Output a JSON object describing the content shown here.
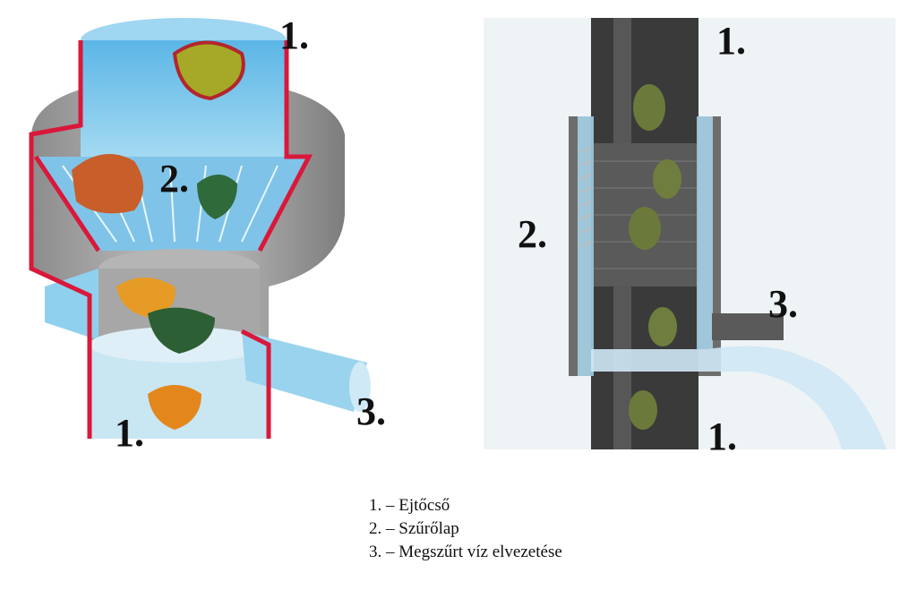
{
  "left_diagram": {
    "labels": {
      "top_pipe": "1.",
      "filter": "2.",
      "outlet": "3.",
      "bottom_pipe": "1."
    }
  },
  "right_diagram": {
    "labels": {
      "top_pipe": "1.",
      "filter": "2.",
      "outlet": "3.",
      "bottom_pipe": "1."
    }
  },
  "legend": {
    "items": [
      "1. – Ejtőcső",
      "2. – Szűrőlap",
      "3. – Megszűrt víz elvezetése"
    ]
  },
  "colors": {
    "cut_red": "#d9183a",
    "water_blue": "#7ec8e8",
    "body_gray": "#9a9a9a",
    "pipe_dark": "#3a3a3a",
    "right_bg": "#eef3f6"
  }
}
